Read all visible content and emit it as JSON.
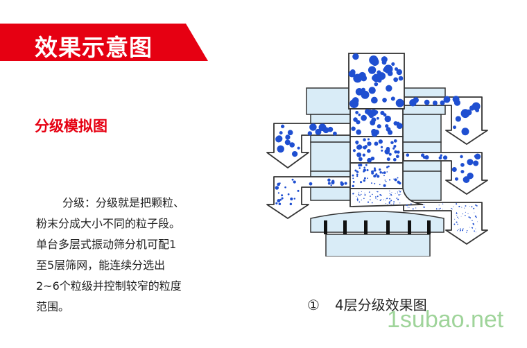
{
  "banner": {
    "title": "效果示意图"
  },
  "subtitle": "分级模拟图",
  "description": {
    "lines": [
      "分级：分级就是把颗粒、",
      "粉末分成大小不同的粒子段。",
      "单台多层式振动筛分机可配1",
      "至5层筛网，能连续分选出",
      "2~6个粒级并控制较窄的粒度",
      "范围。"
    ]
  },
  "diagram": {
    "caption_number": "①",
    "caption": "4层分级效果图"
  },
  "watermark": "1subao.net",
  "colors": {
    "accent": "#e60012",
    "particle": "#1f4fd1",
    "machine": "#d9ecf7"
  }
}
